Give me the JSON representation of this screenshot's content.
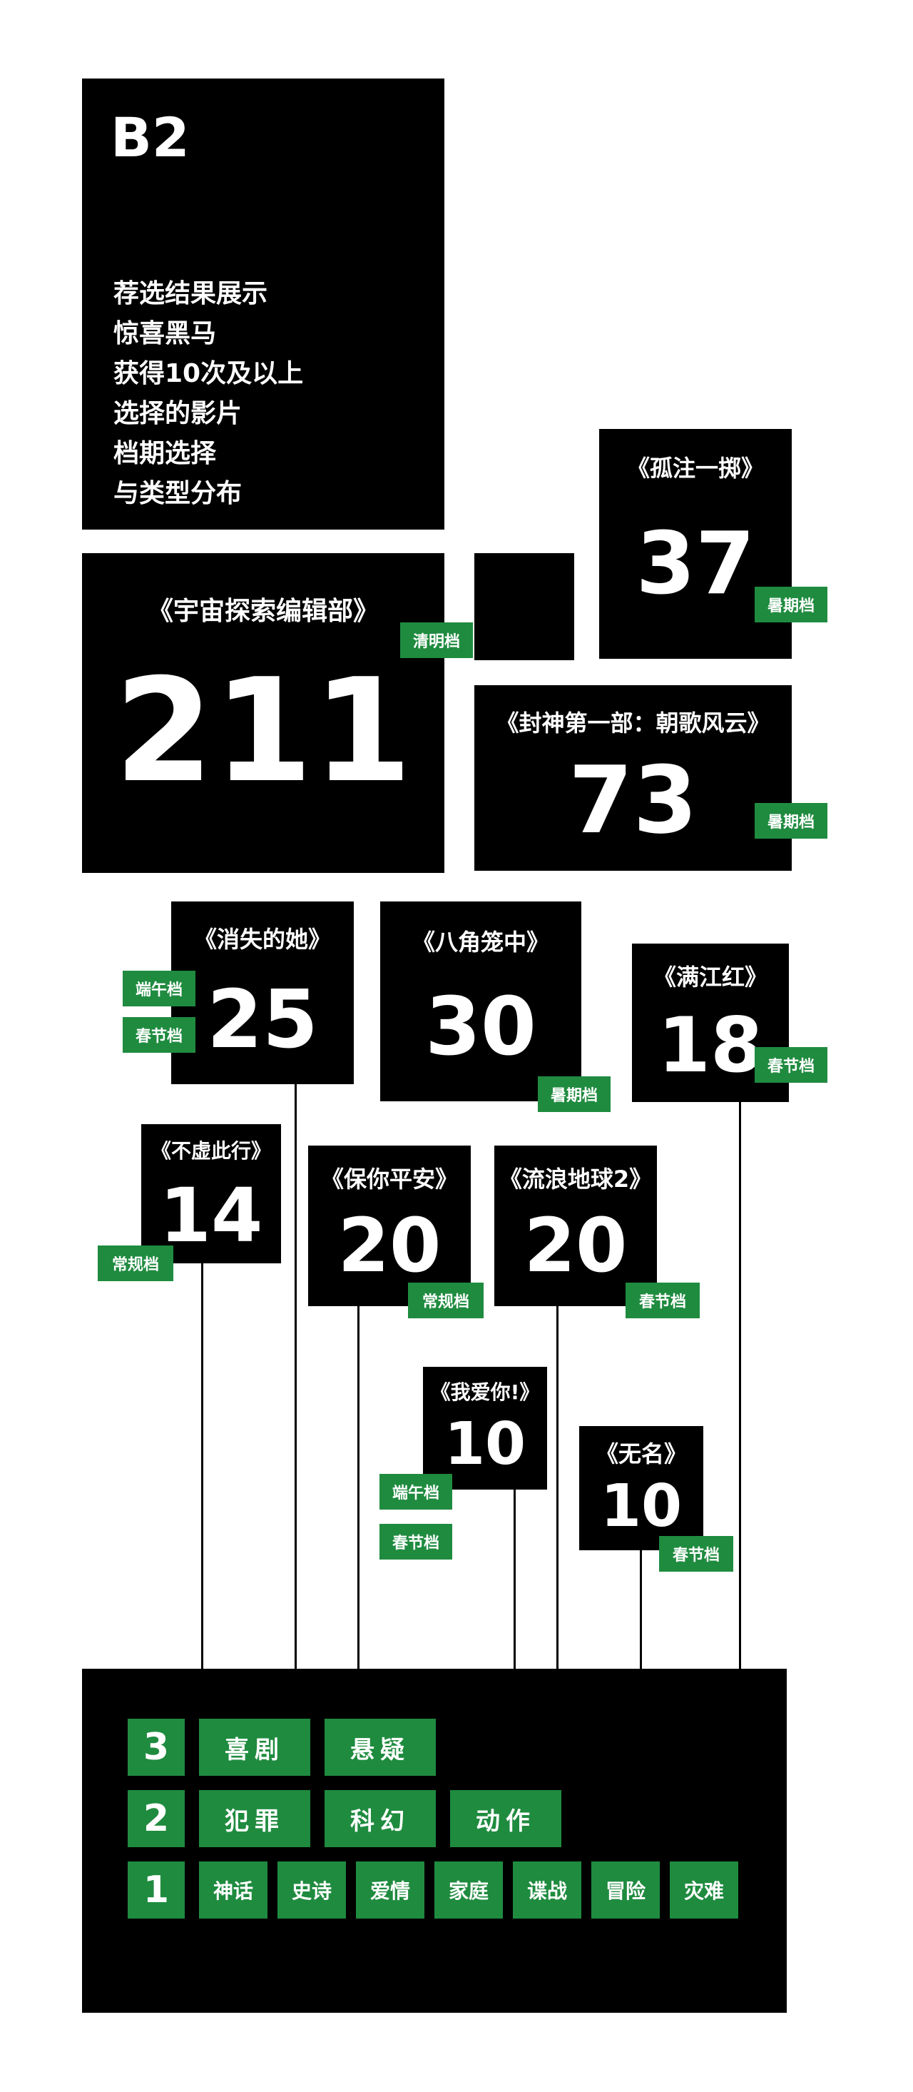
{
  "header": {
    "code": "B2",
    "lines": [
      "荐选结果展示",
      "惊喜黑马",
      "获得10次及以上",
      "选择的影片",
      "档期选择",
      "与类型分布"
    ]
  },
  "films": [
    {
      "title": "《宇宙探索编辑部》",
      "count": "211",
      "period": "清明档"
    },
    {
      "title": "《孤注一掷》",
      "count": "37",
      "period": "暑期档"
    },
    {
      "title": "《封神第一部：朝歌风云》",
      "count": "73",
      "period": "暑期档"
    },
    {
      "title": "《消失的她》",
      "count": "25",
      "periods": [
        "端午档",
        "春节档"
      ]
    },
    {
      "title": "《八角笼中》",
      "count": "30",
      "period": "暑期档"
    },
    {
      "title": "《满江红》",
      "count": "18",
      "period": "春节档"
    },
    {
      "title": "《不虚此行》",
      "count": "14",
      "period": "常规档"
    },
    {
      "title": "《保你平安》",
      "count": "20",
      "period": "常规档"
    },
    {
      "title": "《流浪地球2》",
      "count": "20",
      "period": "春节档"
    },
    {
      "title": "《我爱你!》",
      "count": "10",
      "periods": [
        "端午档",
        "春节档"
      ]
    },
    {
      "title": "《无名》",
      "count": "10",
      "period": "春节档"
    }
  ],
  "genres": {
    "rows": [
      {
        "count": "3",
        "items": [
          "喜剧",
          "悬疑"
        ]
      },
      {
        "count": "2",
        "items": [
          "犯罪",
          "科幻",
          "动作"
        ]
      },
      {
        "count": "1",
        "items": [
          "神话",
          "史诗",
          "爱情",
          "家庭",
          "谍战",
          "冒险",
          "灾难"
        ]
      }
    ]
  },
  "colors": {
    "block": "#000000",
    "tag": "#1f8b3f",
    "background": "#ffffff"
  }
}
